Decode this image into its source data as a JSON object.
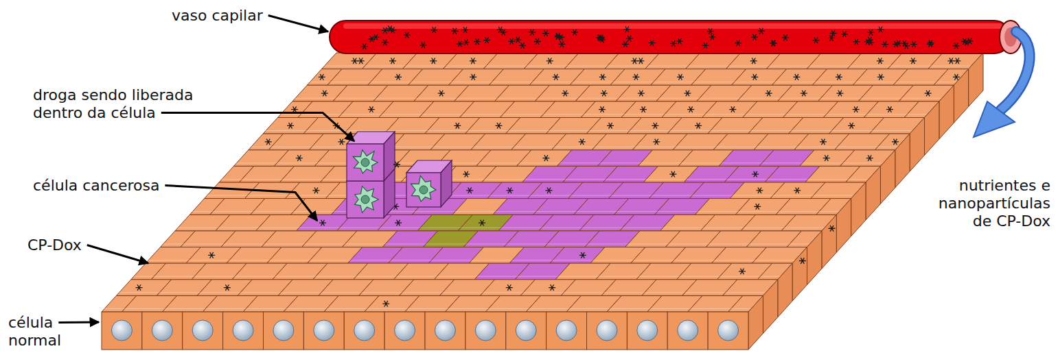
{
  "diagram": {
    "labels": [
      "vaso capilar",
      "droga sendo liberada dentro da célula",
      "célula cancerosa",
      "CP-Dox",
      "célula normal",
      "nutrientes e nanopartículas de CP-Dox"
    ]
  }
}
